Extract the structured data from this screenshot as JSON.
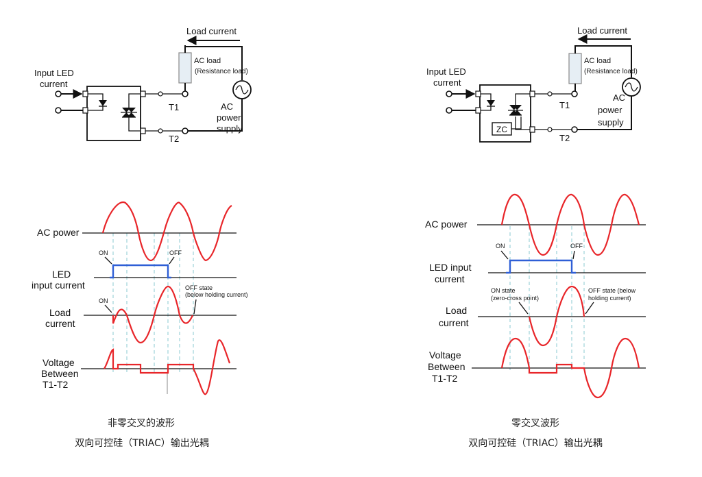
{
  "left": {
    "circuit": {
      "load_current": "Load current",
      "input_led_line1": "Input LED",
      "input_led_line2": "current",
      "ac_load": "AC load",
      "resistance_load": "(Resistance load)",
      "ac_supply_line1": "AC",
      "ac_supply_line2": "power",
      "ac_supply_line3": "supply",
      "t1": "T1",
      "t2": "T2"
    },
    "waves": {
      "ac_power": "AC power",
      "led_line1": "LED",
      "led_line2": "input current",
      "load_line1": "Load",
      "load_line2": "current",
      "volt_line1": "Voltage",
      "volt_line2": "Between",
      "volt_line3": "T1-T2",
      "on_1": "ON",
      "off_1": "OFF",
      "on_2": "ON",
      "off_state_line1": "OFF state",
      "off_state_line2": "(below holding current)"
    },
    "caption_line1": "非零交叉的波形",
    "caption_line2": "双向可控硅（TRIAC）输出光耦"
  },
  "right": {
    "circuit": {
      "load_current": "Load current",
      "input_led_line1": "Input LED",
      "input_led_line2": "current",
      "ac_load": "AC load",
      "resistance_load": "(Resistance load)",
      "ac_supply_line1": "AC",
      "ac_supply_line2": "power",
      "ac_supply_line3": "supply",
      "t1": "T1",
      "t2": "T2",
      "zc": "ZC"
    },
    "waves": {
      "ac_power": "AC power",
      "led_line1": "LED input",
      "led_line2": "current",
      "load_line1": "Load",
      "load_line2": "current",
      "volt_line1": "Voltage",
      "volt_line2": "Between",
      "volt_line3": "T1-T2",
      "on_1": "ON",
      "off_1": "OFF",
      "on_state_line1": "ON state",
      "on_state_line2": "(zero-cross point)",
      "off_state_line1": "OFF state (below",
      "off_state_line2": "holding current)"
    },
    "caption_line1": "零交叉波形",
    "caption_line2": "双向可控硅（TRIAC）输出光耦"
  },
  "colors": {
    "ac_wave": "#e8262a",
    "led_pulse": "#2f5fd6",
    "guide": "#9cd2d8"
  }
}
